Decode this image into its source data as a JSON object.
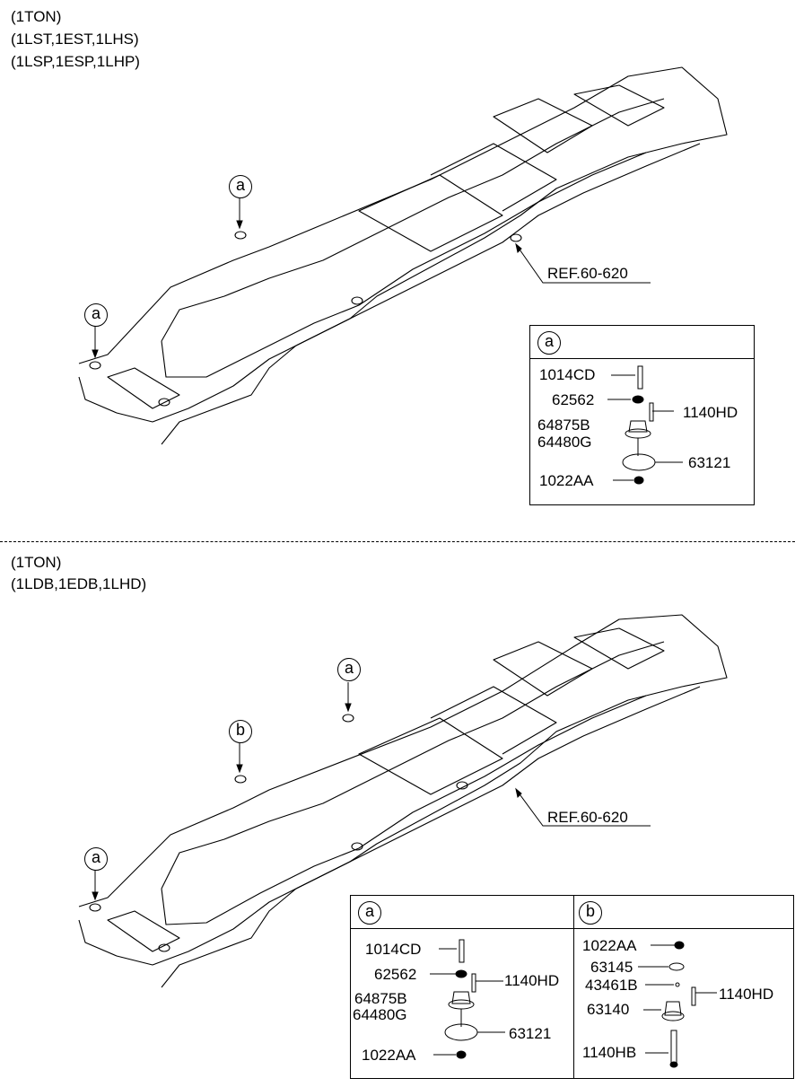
{
  "top": {
    "header": [
      "(1TON)",
      "(1LST,1EST,1LHS)",
      "(1LSP,1ESP,1LHP)"
    ],
    "ref": "REF.60-620",
    "callouts": [
      "a",
      "a"
    ],
    "detail_a": {
      "key": "a",
      "parts": [
        "1014CD",
        "62562",
        "1140HD",
        "64875B",
        "64480G",
        "63121",
        "1022AA"
      ]
    }
  },
  "bottom": {
    "header": [
      "(1TON)",
      "(1LDB,1EDB,1LHD)"
    ],
    "ref": "REF.60-620",
    "callouts": [
      "a",
      "b",
      "a"
    ],
    "detail_a": {
      "key": "a",
      "parts": [
        "1014CD",
        "62562",
        "1140HD",
        "64875B",
        "64480G",
        "63121",
        "1022AA"
      ]
    },
    "detail_b": {
      "key": "b",
      "parts": [
        "1022AA",
        "63145",
        "43461B",
        "1140HD",
        "63140",
        "1140HB"
      ]
    }
  }
}
